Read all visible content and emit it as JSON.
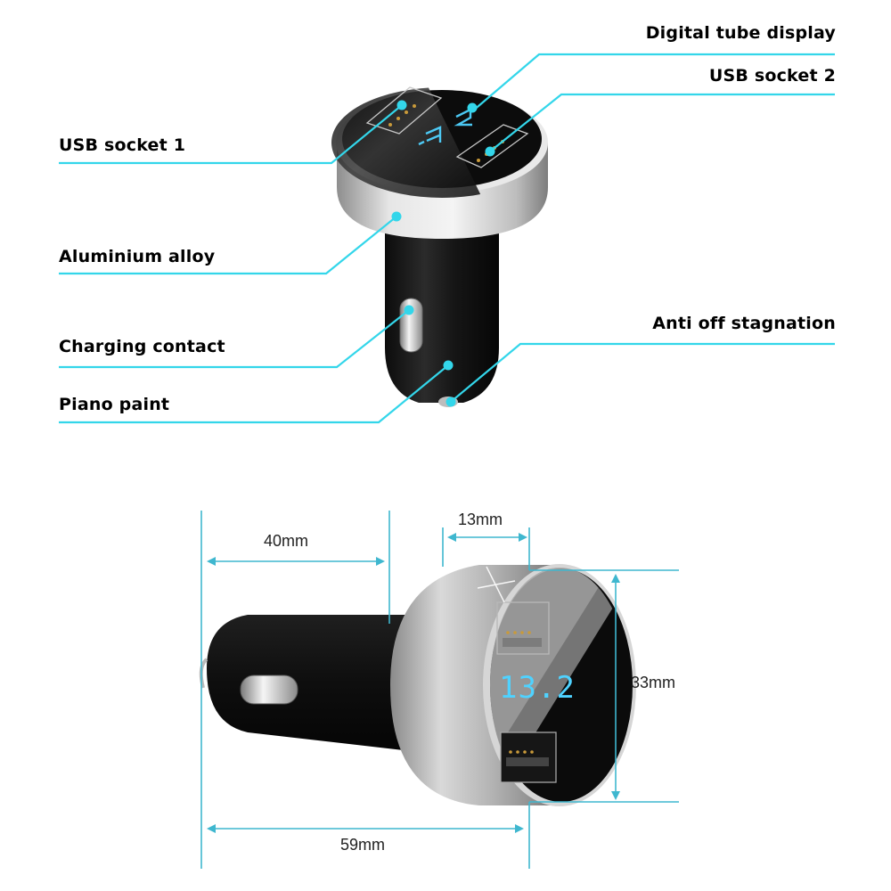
{
  "colors": {
    "accent": "#33d6ea",
    "dimension": "#3fb7cf",
    "body_black": "#161616",
    "aluminium": "#c9c9c9",
    "display_digits": "#4fd2ff",
    "label_text": "#000000"
  },
  "top_diagram": {
    "callouts": [
      {
        "id": "usb-socket-1",
        "label": "USB socket 1",
        "side": "left"
      },
      {
        "id": "aluminium-alloy",
        "label": "Aluminium alloy",
        "side": "left"
      },
      {
        "id": "charging-contact",
        "label": "Charging contact",
        "side": "left"
      },
      {
        "id": "piano-paint",
        "label": "Piano paint",
        "side": "left"
      },
      {
        "id": "digital-tube-display",
        "label": "Digital tube display",
        "side": "right"
      },
      {
        "id": "usb-socket-2",
        "label": "USB socket 2",
        "side": "right"
      },
      {
        "id": "anti-off-stagnation",
        "label": "Anti off stagnation",
        "side": "right"
      }
    ]
  },
  "bottom_diagram": {
    "display_reading": "13.2",
    "dimensions": {
      "body_length": "40mm",
      "head_depth": "13mm",
      "diameter": "33mm",
      "total_length": "59mm"
    }
  }
}
